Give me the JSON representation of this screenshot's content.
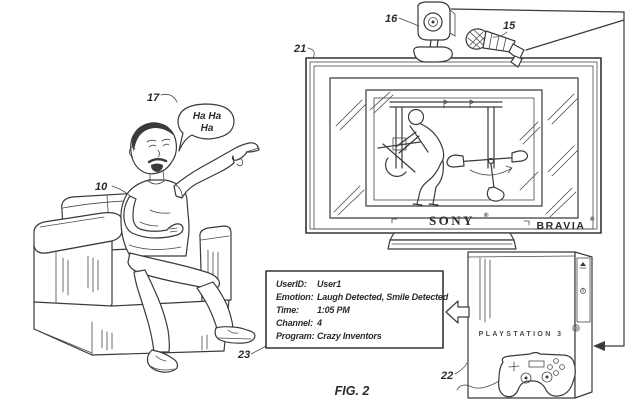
{
  "figure": {
    "caption": "FIG. 2"
  },
  "labels": {
    "person": "10",
    "microphone": "15",
    "camera": "16",
    "speech_bubble": "17",
    "tv": "21",
    "console": "22",
    "info_box": "23"
  },
  "speech_bubble": {
    "line1": "Ha Ha",
    "line2": "Ha"
  },
  "tv": {
    "brand": "SONY",
    "brand_reg": "®",
    "model": "BRAVIA",
    "model_reg": "®"
  },
  "console": {
    "brand": "PLAYSTATION 3"
  },
  "info_box": {
    "rows": [
      {
        "label": "UserID:",
        "value": "User1"
      },
      {
        "label": "Emotion:",
        "value": "Laugh Detected, Smile Detected"
      },
      {
        "label": "Time:",
        "value": "1:05 PM"
      },
      {
        "label": "Channel:",
        "value": "4"
      },
      {
        "label": "Program:",
        "value": "Crazy Inventors"
      }
    ]
  },
  "colors": {
    "background": "#ffffff",
    "ink": "#3a3a3a"
  }
}
